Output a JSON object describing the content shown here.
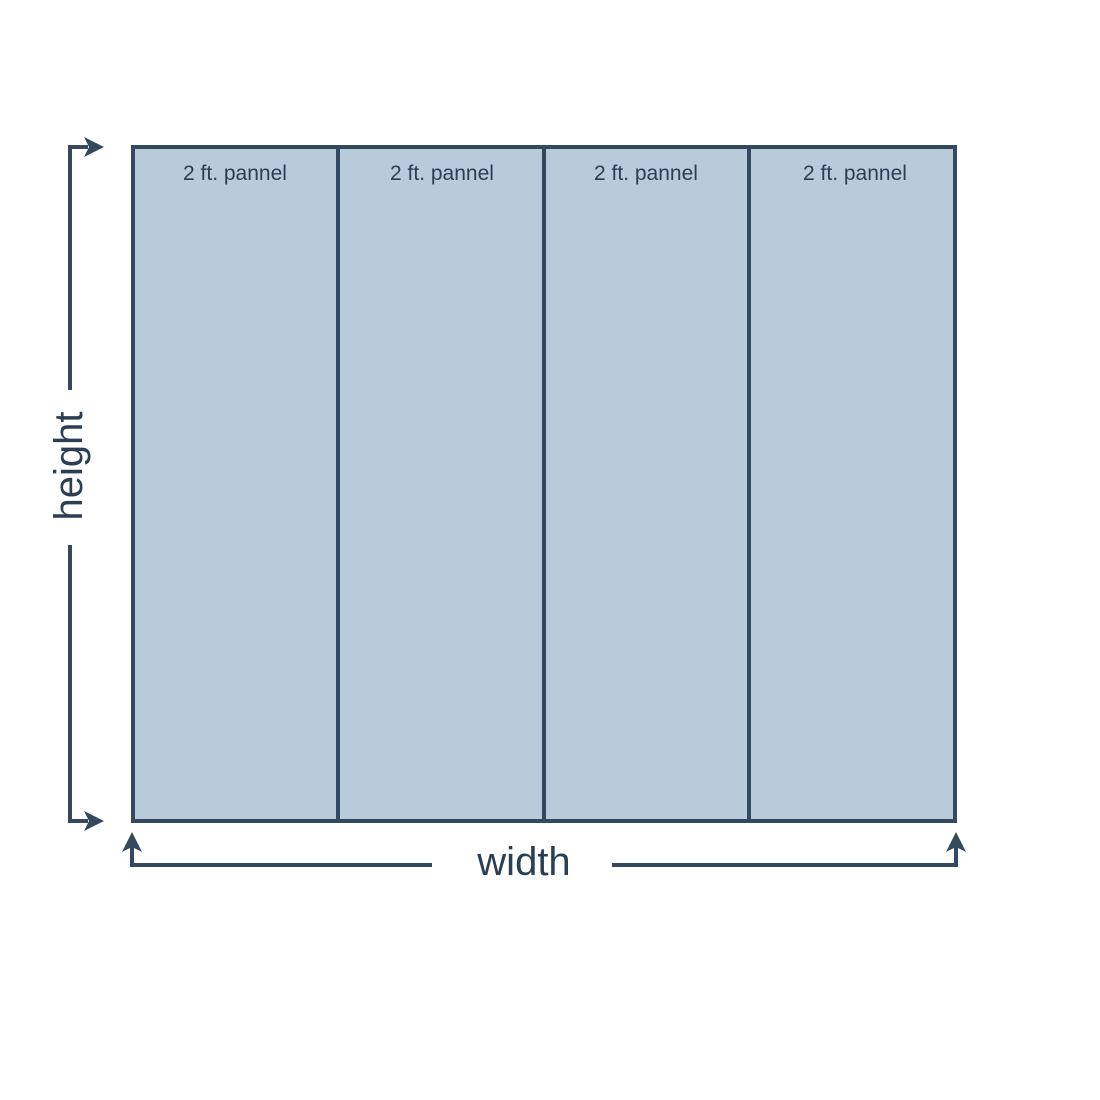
{
  "panels": [
    {
      "label": "2 ft. pannel"
    },
    {
      "label": "2 ft. pannel"
    },
    {
      "label": "2 ft. pannel"
    },
    {
      "label": "2 ft. pannel"
    }
  ],
  "dimensions": {
    "height_label": "height",
    "width_label": "width"
  },
  "colors": {
    "stroke": "#34495e",
    "panel_fill": "#b9cadb"
  }
}
